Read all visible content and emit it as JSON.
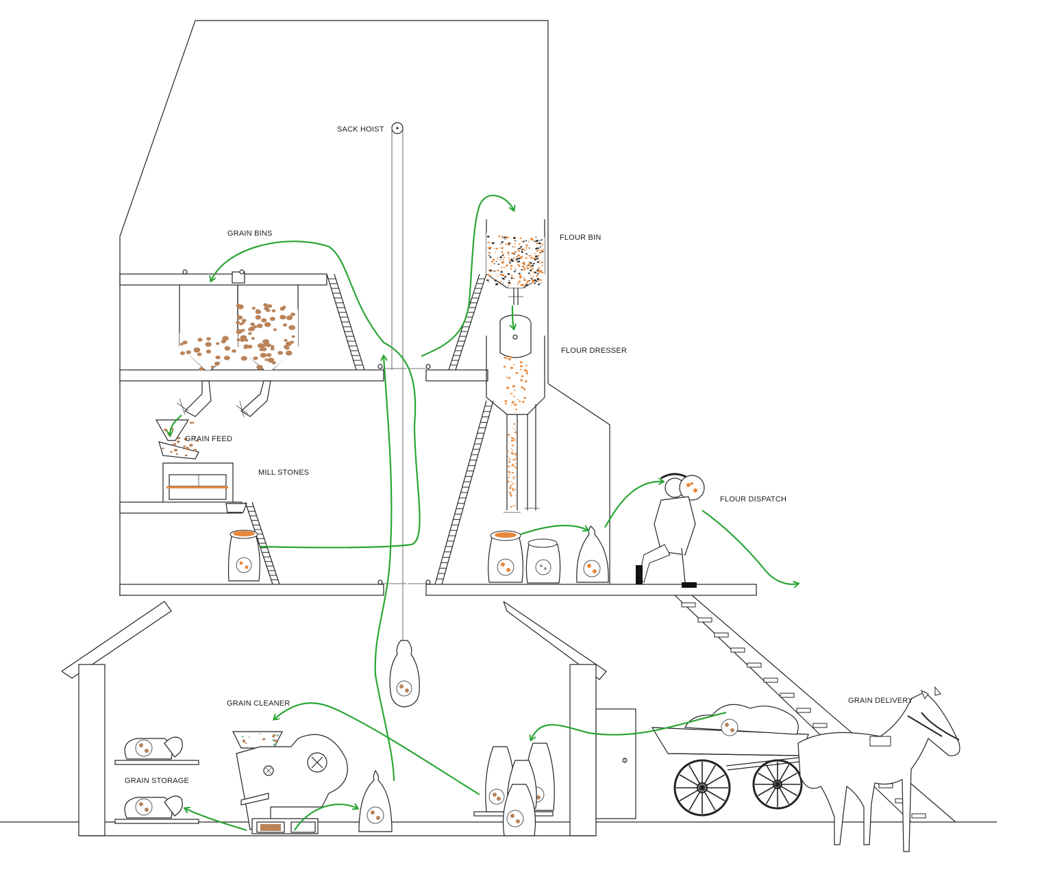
{
  "labels": {
    "sack_hoist": "SACK HOIST",
    "grain_bins": "GRAIN BINS",
    "flour_bin": "FLOUR BIN",
    "flour_dresser": "FLOUR DRESSER",
    "grain_feed": "GRAIN FEED",
    "mill_stones": "MILL STONES",
    "flour_dispatch": "FLOUR DISPATCH",
    "grain_delivery": "GRAIN DELIVERY",
    "grain_cleaner": "GRAIN CLEANER",
    "grain_storage": "GRAIN STORAGE"
  },
  "colors": {
    "grain": "#b9835a",
    "flour": "#e8873a",
    "flow_arrow": "#2aa534",
    "outline": "#222222"
  }
}
